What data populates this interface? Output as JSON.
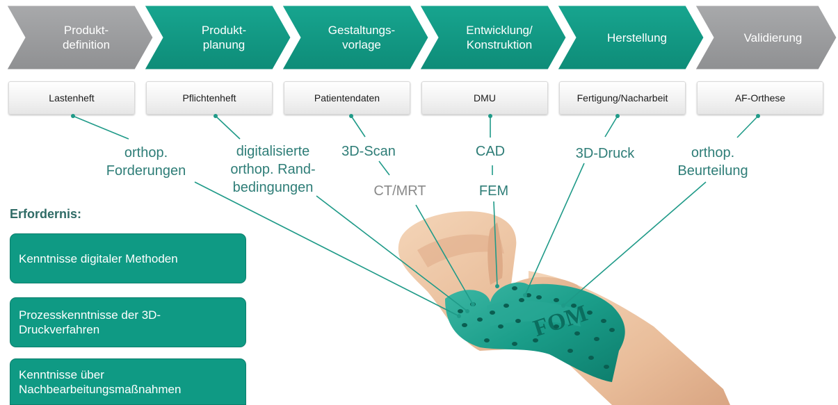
{
  "colors": {
    "teal": "#129a85",
    "grey": "#9c9d9f",
    "line": "#1f9a88",
    "label_teal": "#2e7d77",
    "label_grey": "#8a8a8a",
    "requirement_bg": "#0f9a84"
  },
  "process_steps": [
    {
      "label": "Produkt-\ndefinition",
      "color": "grey"
    },
    {
      "label": "Produkt-\nplanung",
      "color": "teal"
    },
    {
      "label": "Gestaltungs-\nvorlage",
      "color": "teal"
    },
    {
      "label": "Entwicklung/\nKonstruktion",
      "color": "teal"
    },
    {
      "label": "Herstellung",
      "color": "teal"
    },
    {
      "label": "Validierung",
      "color": "grey"
    }
  ],
  "documents": [
    "Lastenheft",
    "Pflichtenheft",
    "Patientendaten",
    "DMU",
    "Fertigung/Nacharbeit",
    "AF-Orthese"
  ],
  "annotations": {
    "orthop_forderungen": "orthop.\nForderungen",
    "digitalisierte": "digitalisierte\northop. Rand-\nbedingungen",
    "scan": "3D-Scan",
    "ct_mrt": "CT/MRT",
    "cad": "CAD",
    "fem": "FEM",
    "druck": "3D-Druck",
    "beurteilung": "orthop.\nBeurteilung"
  },
  "requirements": {
    "title": "Erfordernis:",
    "items": [
      "Kenntnisse digitaler Methoden",
      "Prozesskenntnisse der 3D-\nDruckverfahren",
      "Kenntnisse über\nNachbearbeitungsmaßnahmen"
    ]
  },
  "orthosis_engraving": "FOM"
}
